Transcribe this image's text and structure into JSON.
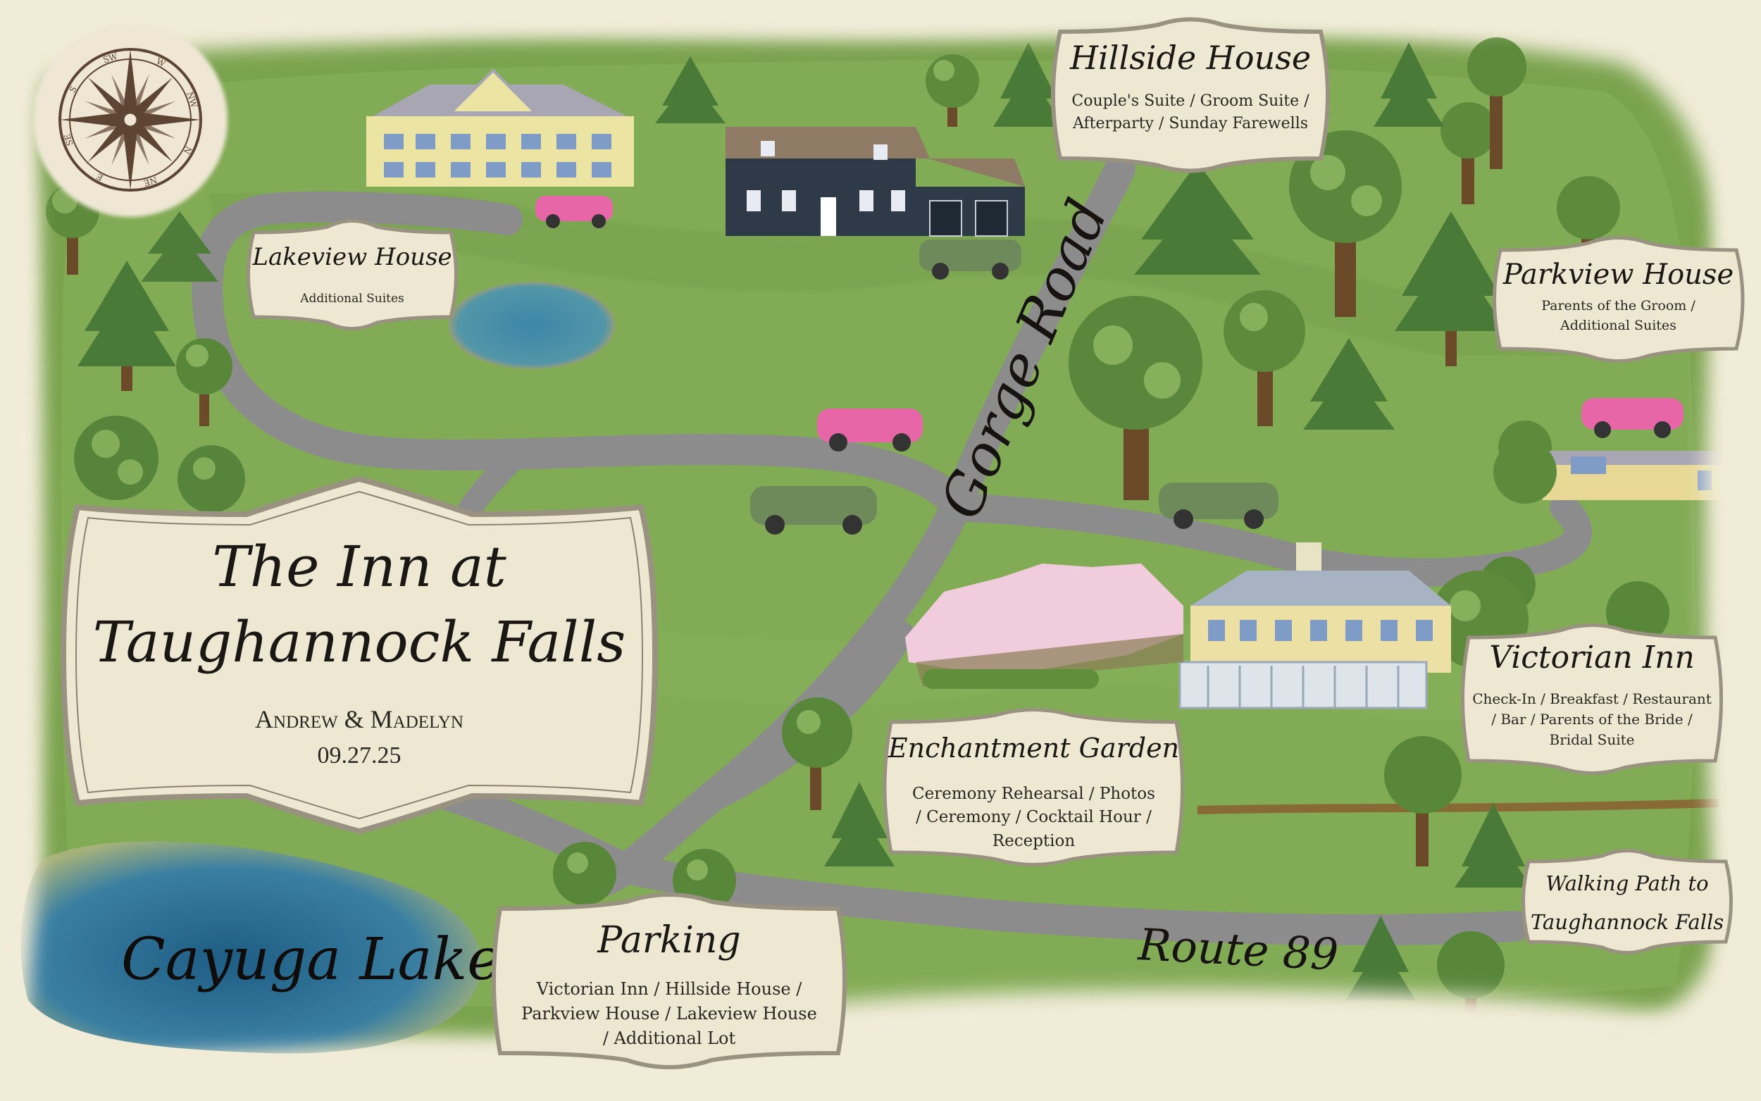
{
  "title": {
    "line1": "The Inn at",
    "line2": "Taughannock Falls",
    "couple": "Andrew & Madelyn",
    "date": "09.27.25"
  },
  "places": {
    "hillside": {
      "title": "Hillside House",
      "desc": "Couple's Suite / Groom Suite / Afterparty / Sunday Farewells"
    },
    "lakeview": {
      "title": "Lakeview House",
      "desc": "Additional Suites"
    },
    "parkview": {
      "title": "Parkview House",
      "desc": "Parents of the Groom / Additional Suites"
    },
    "victorian": {
      "title": "Victorian Inn",
      "desc": "Check-In / Breakfast / Restaurant / Bar / Parents of the Bride / Bridal Suite"
    },
    "garden": {
      "title": "Enchantment Garden",
      "desc": "Ceremony Rehearsal / Photos / Ceremony / Cocktail Hour / Reception"
    },
    "parking": {
      "title": "Parking",
      "desc": "Victorian Inn / Hillside House / Parkview House / Lakeview House / Additional Lot"
    },
    "walking": {
      "title": "Walking Path to Taughannock Falls"
    }
  },
  "map_labels": {
    "gorge_road": "Gorge Road",
    "route_89": "Route 89",
    "cayuga_lake": "Cayuga Lake"
  },
  "compass": {
    "points": [
      "SW",
      "NW",
      "NE",
      "SE",
      "S",
      "W",
      "N",
      "E"
    ]
  },
  "colors": {
    "grass": "#7aa34e",
    "road": "#8c8c8c",
    "water": "#2f6f95",
    "card_fill": "#efe9d6",
    "card_border": "#8e8777",
    "car_pink": "#e766a8",
    "car_green": "#6f8a5a",
    "paper": "#f1ecd8"
  }
}
